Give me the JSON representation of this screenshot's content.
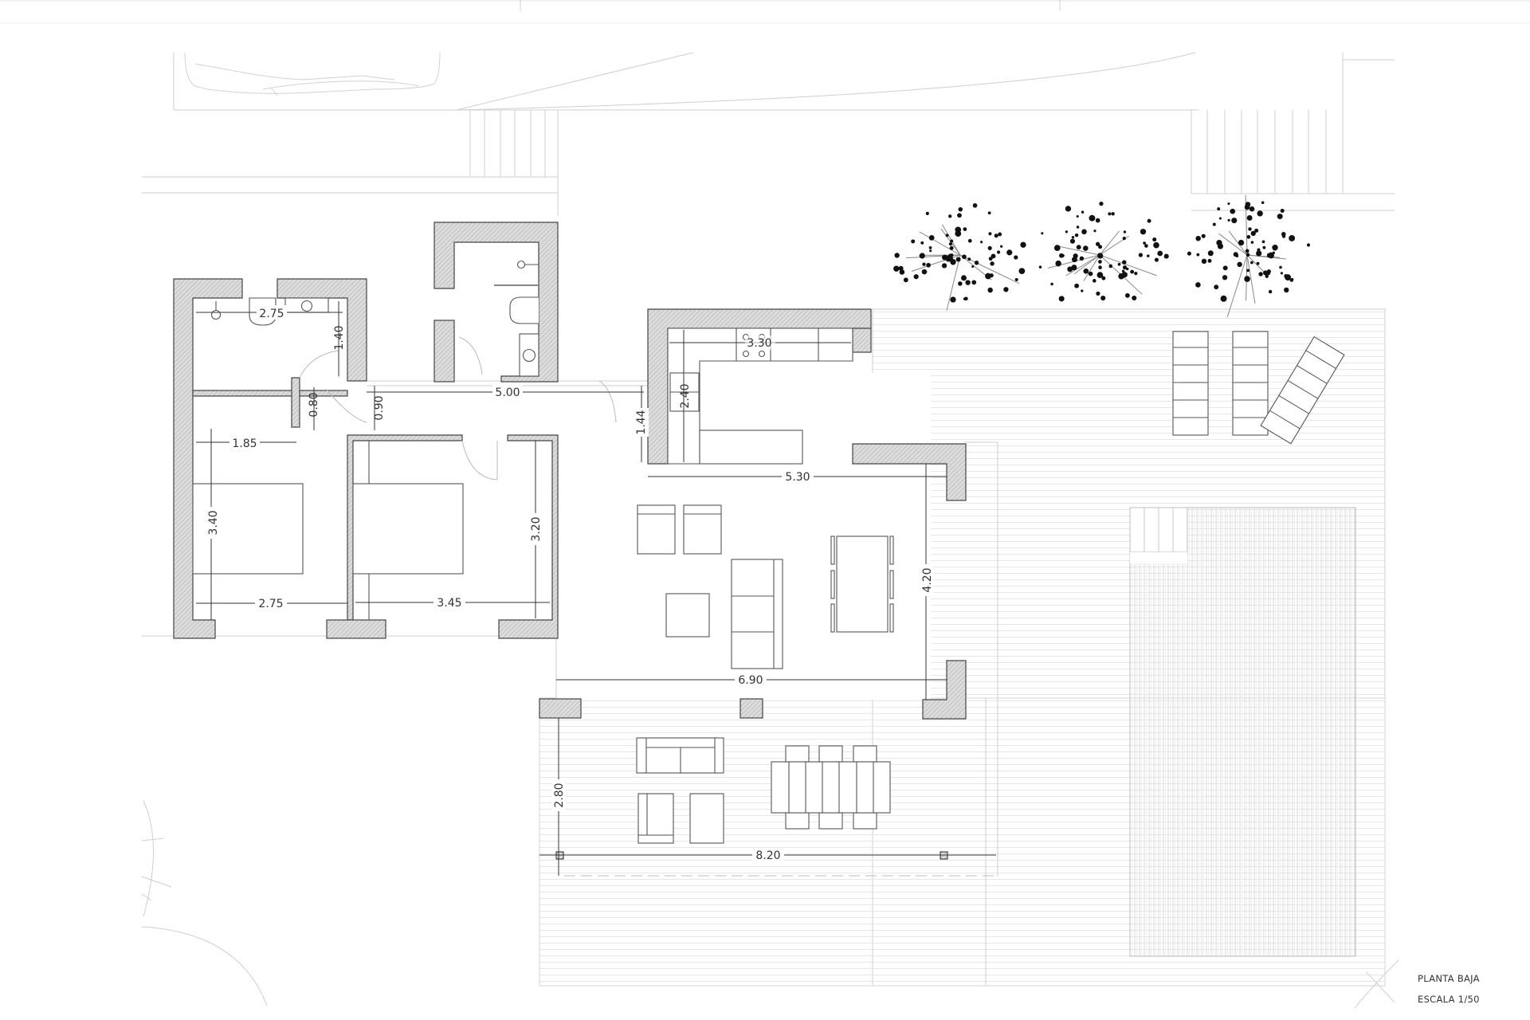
{
  "drawing": {
    "title": "PLANTA BAJA",
    "scale": "ESCALA 1/50"
  },
  "dimensions": {
    "bath1_width": "2.75",
    "bath1_height": "1.40",
    "door1": "0.80",
    "door2": "0.90",
    "corridor_length": "5.00",
    "closet_width": "1.85",
    "bedroom1_depth": "3.40",
    "bedroom1_width": "2.75",
    "bedroom2_width": "3.45",
    "bedroom2_depth": "3.20",
    "kitchen_width": "3.30",
    "kitchen_depth": "2.40",
    "kitchen_passage": "1.44",
    "kitchen_total": "5.30",
    "living_depth": "4.20",
    "living_width": "6.90",
    "porch_depth": "2.80",
    "porch_width": "8.20"
  },
  "colors": {
    "wall_fill": "#d9d9d9",
    "line": "#444444",
    "light_line": "#cfcfcf",
    "background": "#ffffff"
  }
}
